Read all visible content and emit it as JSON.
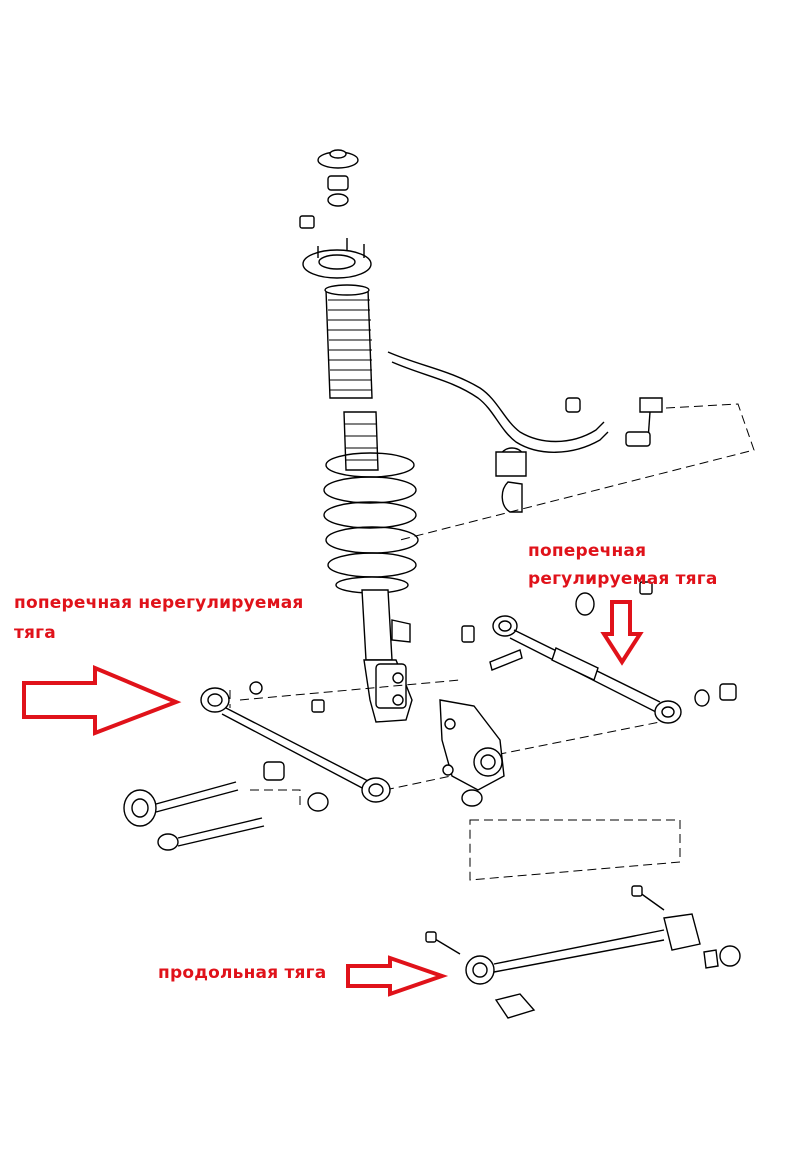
{
  "labels": {
    "non_adjustable_arm": {
      "line1": "поперечная нерегулируемая",
      "line2": "тяга"
    },
    "adjustable_arm": {
      "line1": "поперечная",
      "line2": "регулируемая тяга"
    },
    "trailing_arm": "продольная тяга"
  },
  "colors": {
    "label": "#e0121a",
    "arrow_outline": "#e0121a",
    "drawing": "#000000"
  }
}
